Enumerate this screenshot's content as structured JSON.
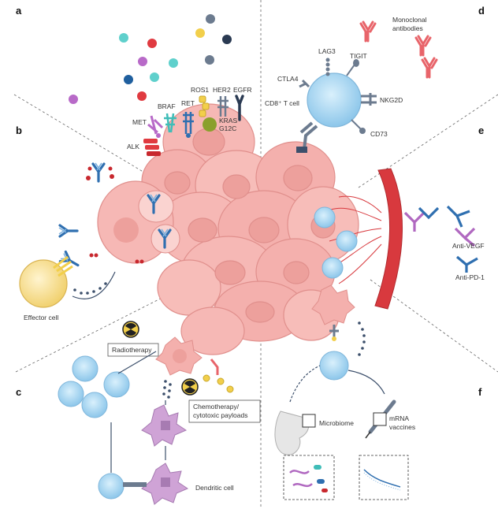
{
  "panels": {
    "a": "a",
    "b": "b",
    "c": "c",
    "d": "d",
    "e": "e",
    "f": "f"
  },
  "receptors": {
    "met": "MET",
    "alk": "ALK",
    "braf": "BRAF",
    "ret": "RET",
    "ros1": "ROS1",
    "her2": "HER2",
    "egfr": "EGFR",
    "kras_line1": "KRAS",
    "kras_line2": "G12C"
  },
  "panel_b": {
    "effector_cell": "Effector cell"
  },
  "panel_c": {
    "radiotherapy": "Radiotherapy",
    "chemo_line1": "Chemotherapy/",
    "chemo_line2": "cytotoxic payloads",
    "dendritic_cell": "Dendritic cell"
  },
  "panel_d": {
    "mab_line1": "Monoclonal",
    "mab_line2": "antibodies",
    "lag3": "LAG3",
    "tigit": "TIGIT",
    "ctla4": "CTLA4",
    "cd8": "CD8⁺ T cell",
    "nkg2d": "NKG2D",
    "cd73": "CD73"
  },
  "panel_e": {
    "anti_vegf": "Anti-VEGF",
    "anti_pd1": "Anti-PD-1"
  },
  "panel_f": {
    "microbiome": "Microbiome",
    "mrna_line1": "mRNA",
    "mrna_line2": "vaccines"
  },
  "colors": {
    "tumor": "#f6b8b5",
    "tumor_dark": "#e89590",
    "tcell": "#a9d6f2",
    "vessel": "#d8393e",
    "antibody_red": "#e8646a",
    "antibody_blue": "#2f6fb0",
    "antibody_purple": "#b068c0",
    "effector": "#f7dd8a",
    "dendritic": "#cfa3d6"
  }
}
